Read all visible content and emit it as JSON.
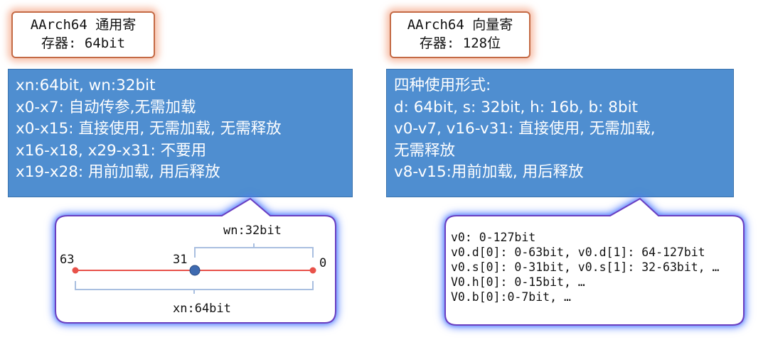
{
  "left": {
    "tag_lines": [
      "AArch64 通用寄",
      "存器: 64bit"
    ],
    "box_lines": [
      "xn:64bit, wn:32bit",
      "x0-x7: 自动传参,无需加载",
      "x0-x15: 直接使用, 无需加载, 无需释放",
      "x16-x18, x29-x31: 不要用",
      "x19-x28: 用前加载, 用后释放"
    ],
    "diagram": {
      "label_63": "63",
      "label_31": "31",
      "label_0": "0",
      "wn_label": "wn:32bit",
      "xn_label": "xn:64bit"
    }
  },
  "right": {
    "tag_lines": [
      "AArch64 向量寄",
      "存器: 128位"
    ],
    "box_lines": [
      "四种使用形式:",
      "d: 64bit, s: 32bit, h: 16b, b: 8bit",
      "v0-v7, v16-v31: 直接使用, 无需加载,",
      "无需释放",
      "v8-v15:用前加载, 用后释放"
    ],
    "code_lines": [
      "v0: 0-127bit",
      "v0.d[0]: 0-63bit, v0.d[1]: 64-127bit",
      "v0.s[0]: 0-31bit, v0.s[1]: 32-63bit, …",
      "V0.h[0]: 0-15bit, …",
      "V0.b[0]:0-7bit, …"
    ]
  },
  "colors": {
    "blue_box": "#4f8ed0",
    "tag_border": "#c46a45",
    "tag_glow": "#f18c64",
    "callout_border": "#6a3ec0",
    "callout_glow": "#3c6eff",
    "red_line": "#e8524a",
    "bracket": "#a9bfe0",
    "mid_dot": "#3e6ab0"
  }
}
